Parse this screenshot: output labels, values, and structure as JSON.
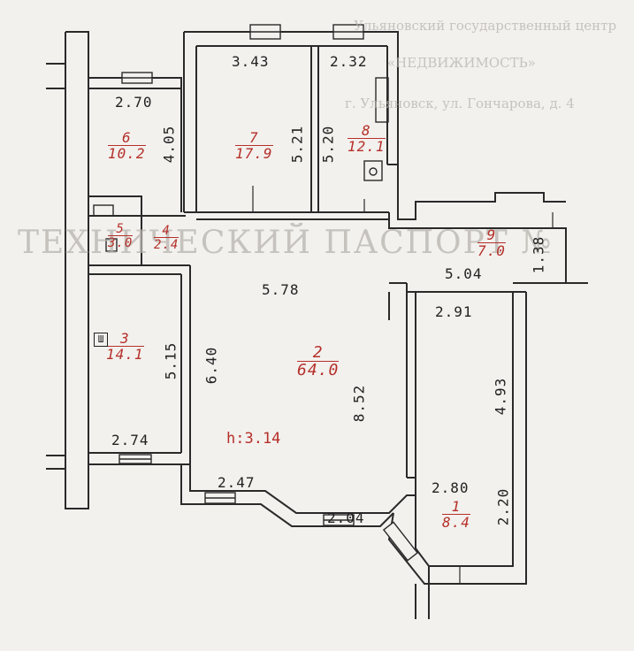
{
  "stamp": {
    "line1": "Ульяновский государственный центр",
    "line2": "«НЕДВИЖИМОСТЬ»",
    "line3": "г. Ульяновск, ул. Гончарова, д. 4",
    "title": "ТЕХНИЧЕСКИЙ ПАСПОРТ  №"
  },
  "rooms": [
    {
      "num": "1",
      "area": "8.4"
    },
    {
      "num": "2",
      "area": "64.0"
    },
    {
      "num": "3",
      "area": "14.1"
    },
    {
      "num": "4",
      "area": "2.4"
    },
    {
      "num": "5",
      "area": "3.0"
    },
    {
      "num": "6",
      "area": "10.2"
    },
    {
      "num": "7",
      "area": "17.9"
    },
    {
      "num": "8",
      "area": "12.1"
    },
    {
      "num": "9",
      "area": "7.0"
    }
  ],
  "dimensions": {
    "r6_w": "2.70",
    "r6_h": "4.05",
    "r7_w": "3.43",
    "r7_h": "5.21",
    "r8_w": "2.32",
    "r8_h": "5.20",
    "r9_w": "5.04",
    "r9_h": "1.38",
    "hall_w": "5.78",
    "hall_h1": "6.40",
    "hall_h2": "8.52",
    "r3_w": "2.74",
    "r3_h": "5.15",
    "r2_bottom": "2.47",
    "bay": "2.04",
    "r1_top": "2.91",
    "r1_side": "4.93",
    "r1_w": "2.80",
    "r1_h": "2.20"
  },
  "ceiling_height": "h:3.14",
  "closet_mark": "Ш"
}
